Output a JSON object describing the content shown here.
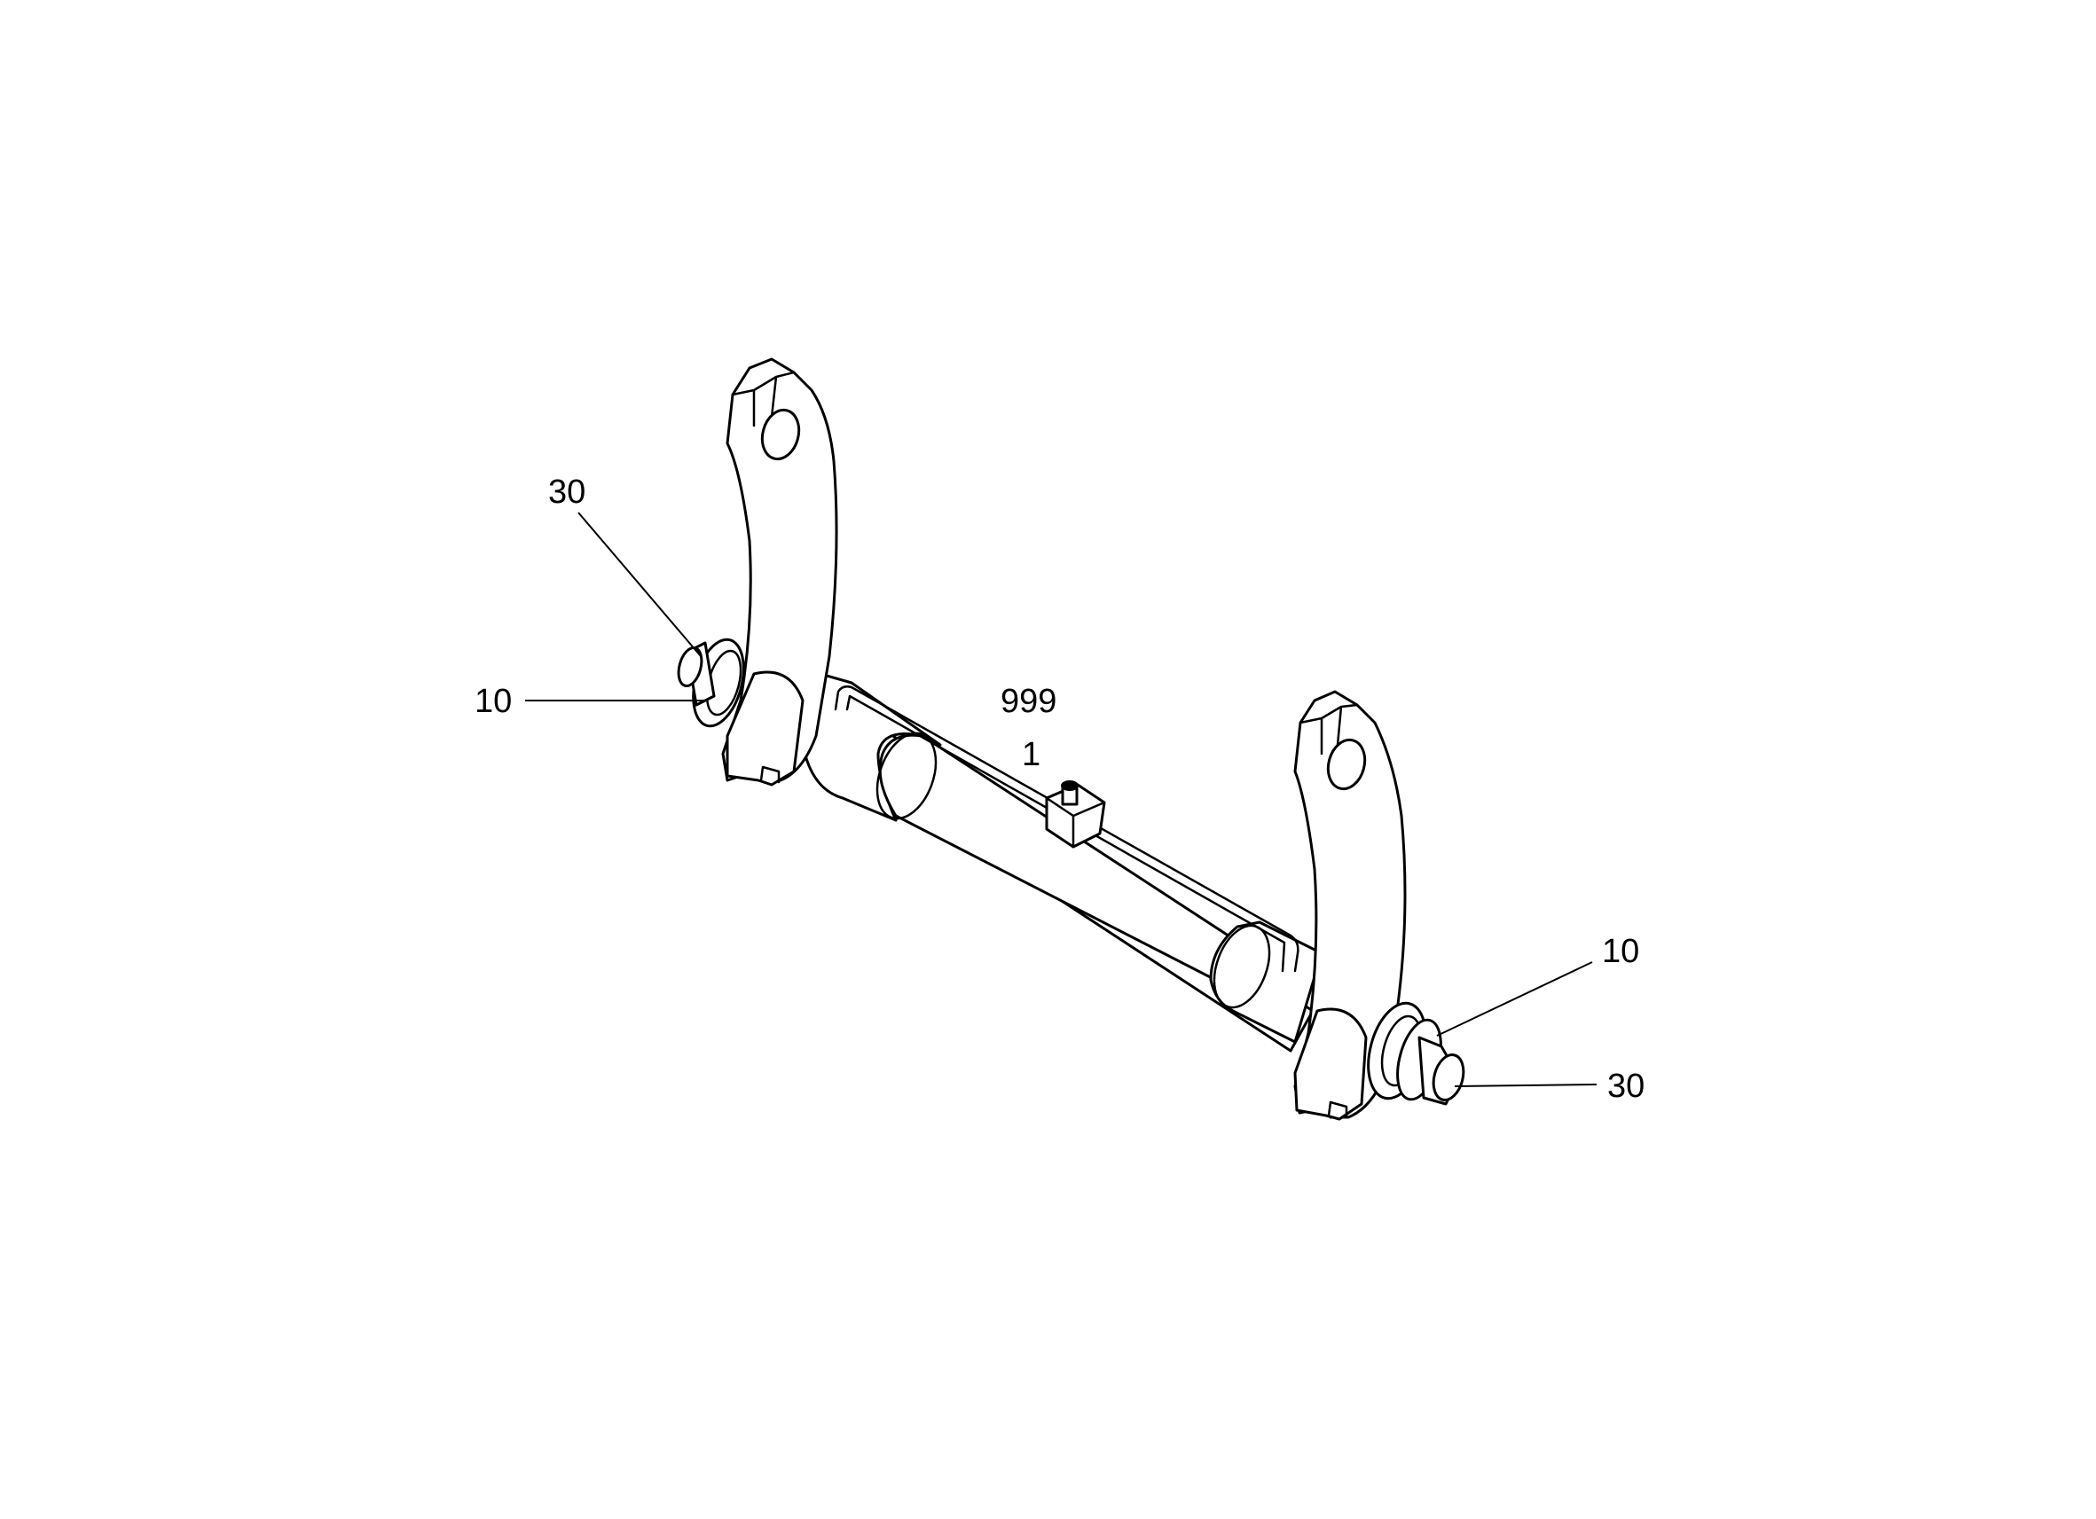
{
  "diagram": {
    "callouts": [
      {
        "id": "c-30-left",
        "text": "30"
      },
      {
        "id": "c-10-left",
        "text": "10"
      },
      {
        "id": "c-999",
        "text": "999"
      },
      {
        "id": "c-1",
        "text": "1"
      },
      {
        "id": "c-10-right",
        "text": "10"
      },
      {
        "id": "c-30-right",
        "text": "30"
      }
    ],
    "colors": {
      "line": "#000000",
      "background": "#ffffff"
    }
  }
}
